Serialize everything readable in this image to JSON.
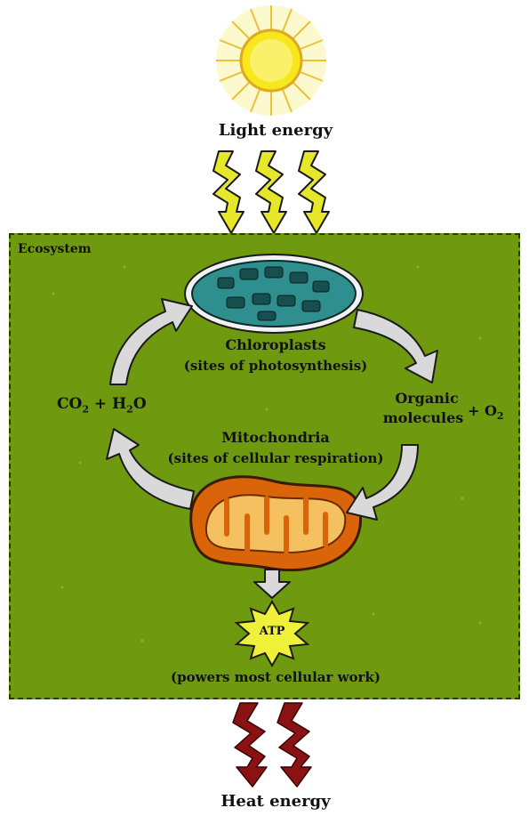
{
  "labels": {
    "light_energy": "Light energy",
    "ecosystem": "Ecosystem",
    "chloroplasts": "Chloroplasts",
    "chloroplasts_sub": "(sites of photosynthesis)",
    "organic_line1": "Organic",
    "organic_line2": "molecules",
    "o2_plus": "+ O",
    "o2_sub": "2",
    "co2": "CO",
    "co2_sub": "2",
    "plus_h2o": "+ H",
    "h2o_sub": "2",
    "h2o_end": "O",
    "mitochondria": "Mitochondria",
    "mitochondria_sub": "(sites of cellular respiration)",
    "atp": "ATP",
    "powers": "(powers most cellular work)",
    "heat_energy": "Heat energy"
  },
  "colors": {
    "sun_core": "#f6e81c",
    "sun_glow": "#fdf7b0",
    "light_arrow": "#e6e62a",
    "ecosystem_bg": "#6f9a10",
    "chloroplast": "#2f8f8f",
    "mitochondria": "#d9640a",
    "heat_arrow": "#8b1212",
    "cycle_arrow": "#d9d9d9"
  }
}
